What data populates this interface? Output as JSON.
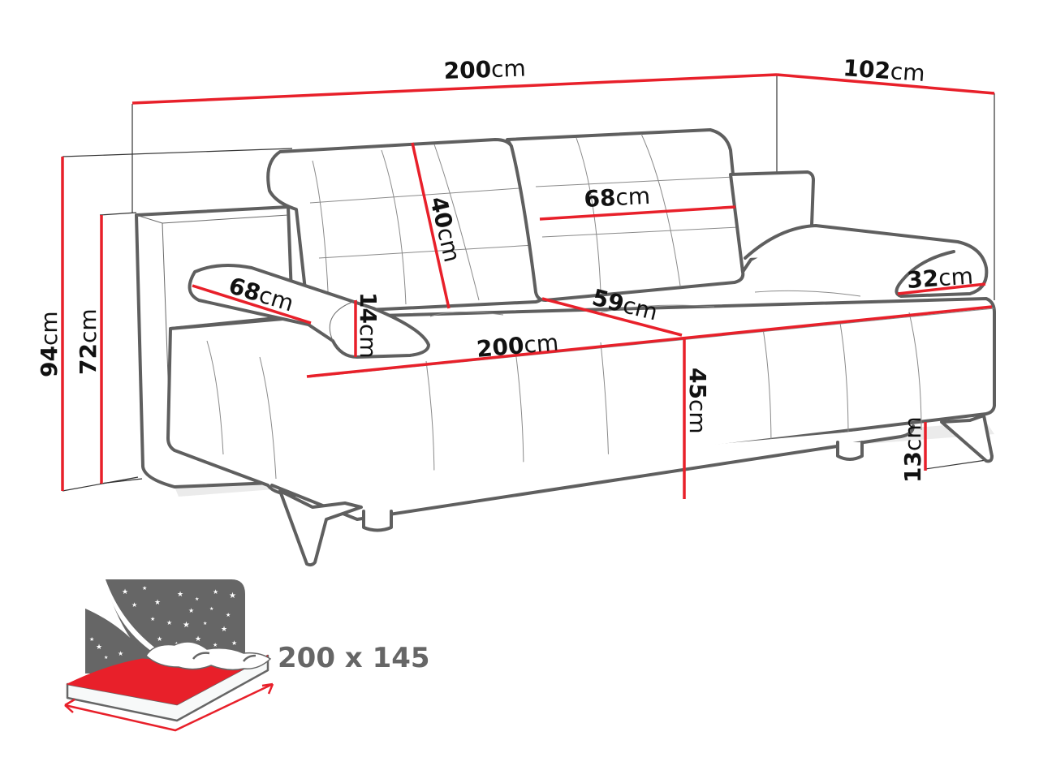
{
  "diagram": {
    "subject": "sofa bed dimension drawing",
    "colors": {
      "dimension_line": "#e8202a",
      "outline": "#5f5f5f",
      "label_text": "#111111",
      "bed_icon_gray": "#666666",
      "bed_icon_red": "#e8202a"
    },
    "dimensions": {
      "total_width": {
        "value": "200",
        "unit": "cm"
      },
      "total_depth": {
        "value": "102",
        "unit": "cm"
      },
      "total_height": {
        "value": "94",
        "unit": "cm"
      },
      "armrest_height": {
        "value": "72",
        "unit": "cm"
      },
      "backrest_height": {
        "value": "40",
        "unit": "cm"
      },
      "backrest_width": {
        "value": "68",
        "unit": "cm"
      },
      "cushion_length": {
        "value": "68",
        "unit": "cm"
      },
      "cushion_height": {
        "value": "14",
        "unit": "cm"
      },
      "seat_depth": {
        "value": "59",
        "unit": "cm"
      },
      "seat_width": {
        "value": "200",
        "unit": "cm"
      },
      "seat_height": {
        "value": "45",
        "unit": "cm"
      },
      "armrest_pad_width": {
        "value": "32",
        "unit": "cm"
      },
      "leg_height": {
        "value": "13",
        "unit": "cm"
      }
    },
    "sleeping_area": {
      "label": "200 x 145",
      "icon": "bed-night-sky-icon"
    }
  }
}
